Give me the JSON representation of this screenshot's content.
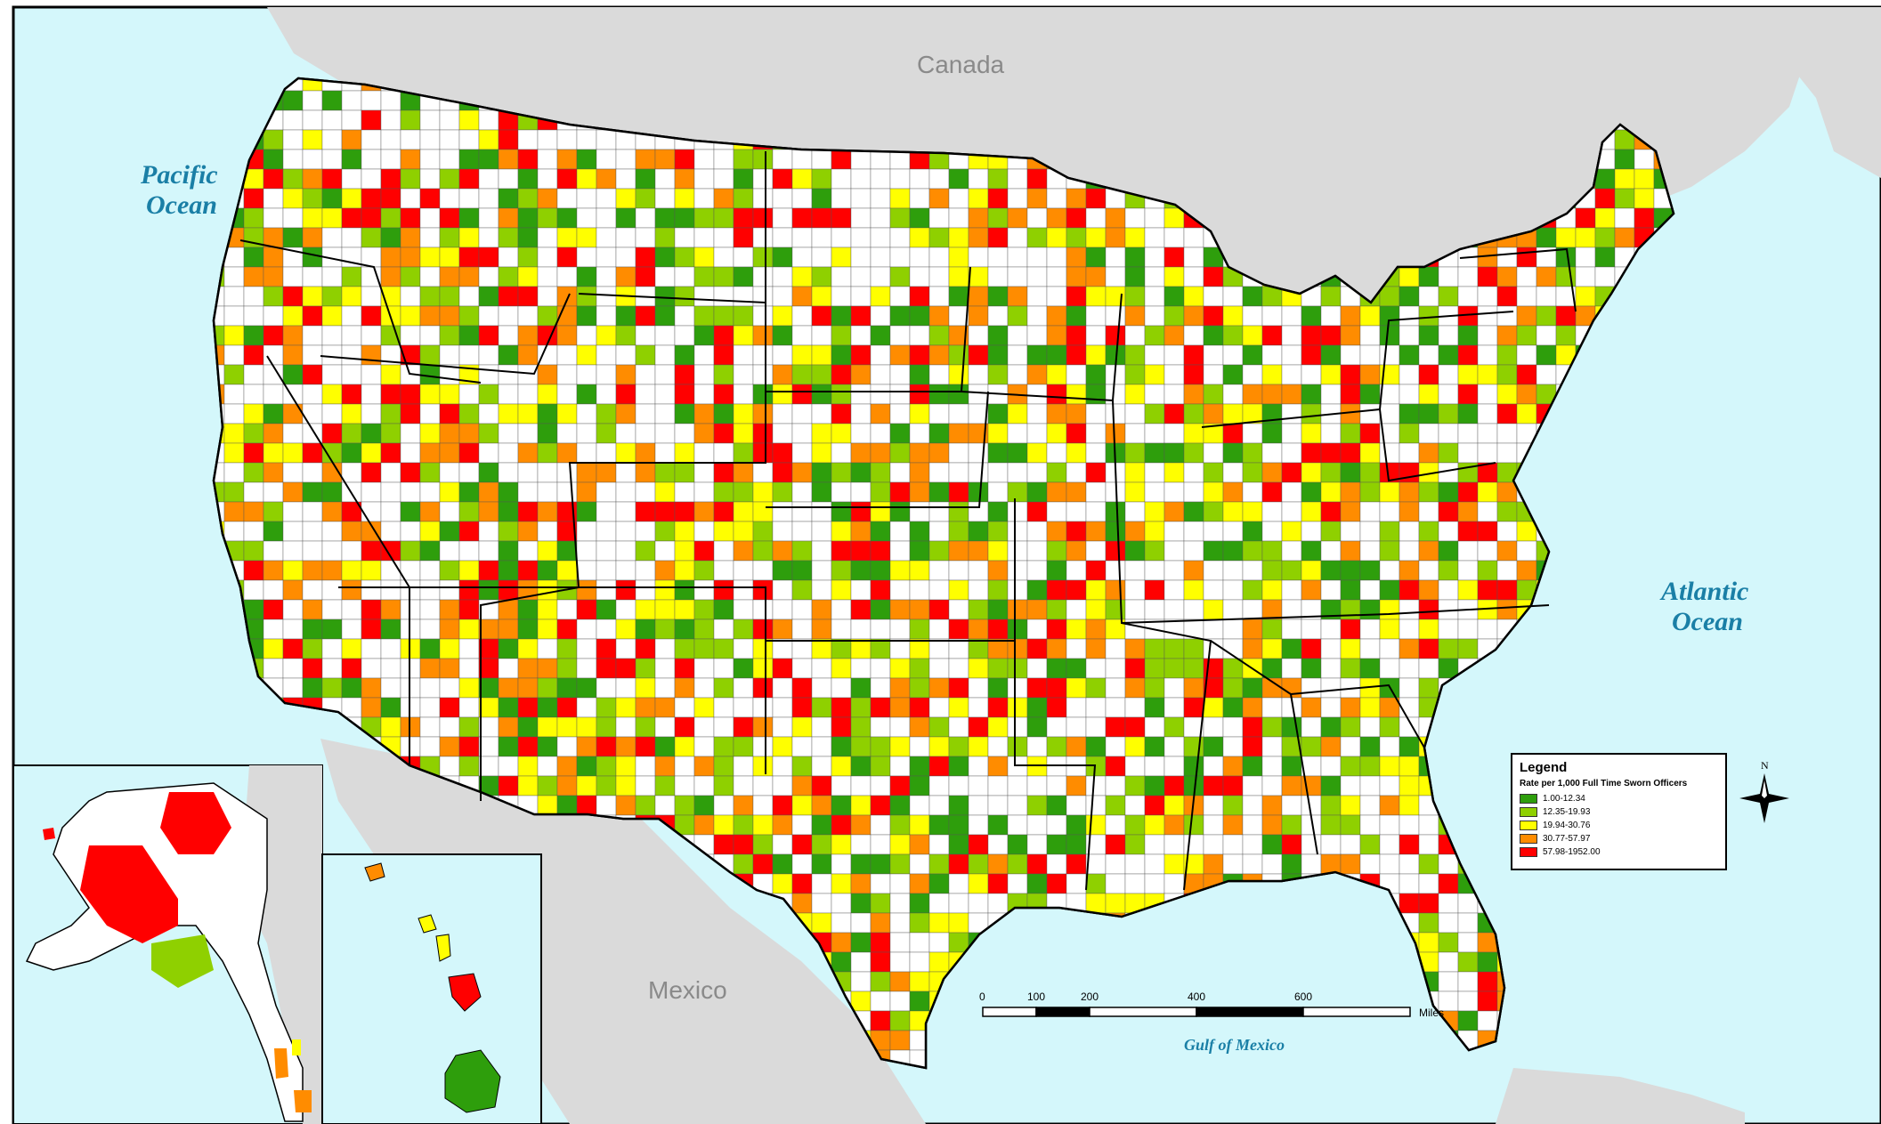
{
  "labels": {
    "canada": "Canada",
    "mexico": "Mexico",
    "pacific_line1": "Pacific",
    "pacific_line2": "Ocean",
    "atlantic_line1": "Atlantic",
    "atlantic_line2": "Ocean",
    "gulf": "Gulf of Mexico"
  },
  "legend": {
    "title": "Legend",
    "subtitle": "Rate per 1,000 Full Time Sworn Officers",
    "classes": [
      {
        "label": "1.00-12.34",
        "color": "#2e9e0c"
      },
      {
        "label": "12.35-19.93",
        "color": "#8fd000"
      },
      {
        "label": "19.94-30.76",
        "color": "#ffff00"
      },
      {
        "label": "30.77-57.97",
        "color": "#ff8c00"
      },
      {
        "label": "57.98-1952.00",
        "color": "#ff0000"
      }
    ]
  },
  "scale_bar": {
    "ticks": [
      "0",
      "100",
      "200",
      "400",
      "600"
    ],
    "unit": "Miles"
  },
  "north_arrow": "N",
  "colors": {
    "ocean": "#d4f7fb",
    "land_foreign": "#dadada",
    "no_data": "#ffffff",
    "border": "#000000"
  }
}
